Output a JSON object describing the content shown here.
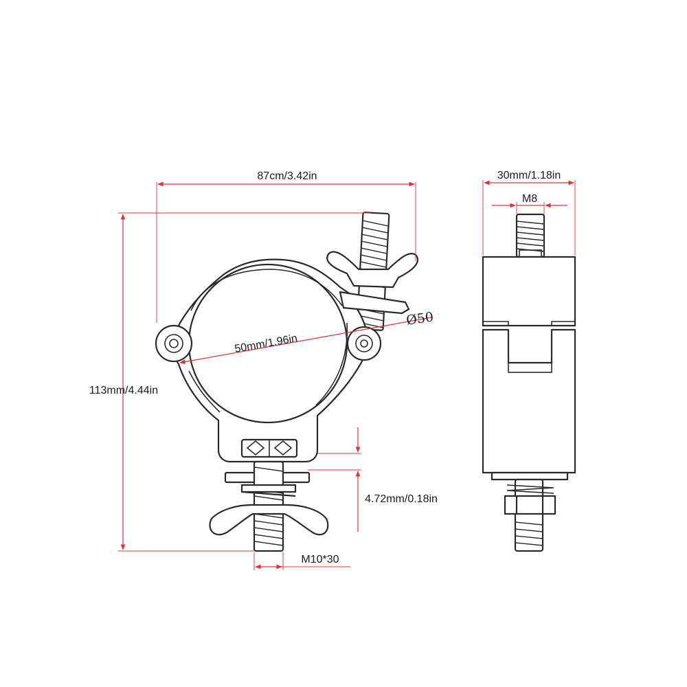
{
  "labels": {
    "overall_width": "87cm/3.42in",
    "overall_height": "113mm/4.44in",
    "inner_diameter": "50mm/1.96in",
    "diameter_symbol": "Ø50",
    "gap": "4.72mm/0.18in",
    "bolt": "M10*30",
    "side_width": "30mm/1.18in",
    "side_bolt": "M8"
  },
  "colors": {
    "dimension_line": "#e0303a",
    "outline": "#2a2a2a",
    "fill": "#ffffff"
  }
}
